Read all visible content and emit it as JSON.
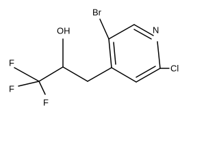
{
  "structure": {
    "atoms": {
      "nitrogen": "N",
      "bromine": "Br",
      "chlorine": "Cl",
      "hydroxyl": "OH",
      "fluorine_1": "F",
      "fluorine_2": "F",
      "fluorine_3": "F"
    }
  }
}
